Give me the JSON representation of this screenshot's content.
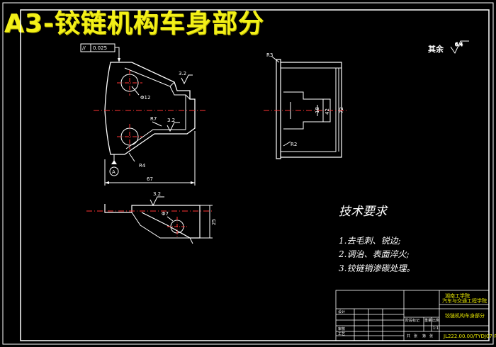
{
  "title": "A3-铰链机构车身部分",
  "roughness_note": {
    "label": "其余",
    "value": "6.4"
  },
  "tech_requirements": {
    "title": "技术要求",
    "items": [
      "1.去毛刺、锐边;",
      "2.调治、表面淬火;",
      "3.铰链销渗碳处理。"
    ]
  },
  "front_view": {
    "tolerance": "0.025",
    "tolerance_symbol": "//",
    "hole_diameter": "Φ12",
    "radius_outer": "R7",
    "radius_inner": "R4",
    "width": "67",
    "roughness_1": "3.2",
    "roughness_2": "3.2",
    "datum": "A"
  },
  "side_view": {
    "radius_top": "R3",
    "radius_bottom": "R2",
    "height_outer": "72",
    "height_inner": "42",
    "gap": "18"
  },
  "bottom_view": {
    "roughness": "3.2",
    "hole_diameter": "Φ7",
    "height": "25"
  },
  "title_block": {
    "school": "湖南工学院",
    "school_sub": "汽车与交通工程学院",
    "part_name": "铰链机构车身部分",
    "drawing_no": "JL222.00.00/TYDJ07-P",
    "scale": "1:1",
    "row_labels": [
      "设计",
      "审核",
      "工艺"
    ],
    "header_labels": [
      "阶段标记",
      "重量",
      "比例"
    ],
    "footer_labels": [
      "共",
      "张",
      "第",
      "张"
    ]
  }
}
